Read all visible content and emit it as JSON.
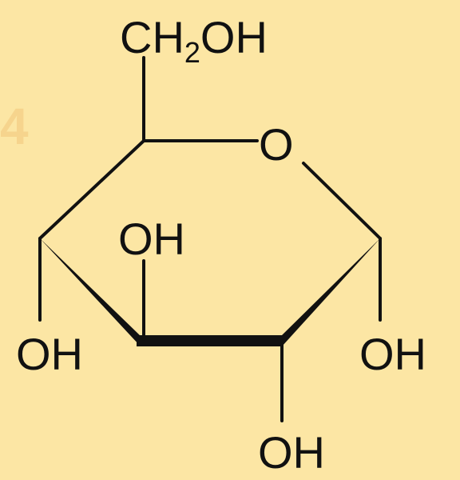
{
  "molecule": {
    "ring_oxygen": "O",
    "side_chain": {
      "prefix": "CH",
      "subscript": "2",
      "suffix": "OH"
    },
    "hydroxyls": {
      "c2_bottom": "OH",
      "c3_top": "OH",
      "c4_left": "OH",
      "c1_right": "OH"
    }
  },
  "background_mark": "4",
  "colors": {
    "background": "#fce6a4",
    "ink": "#111111",
    "faded_mark": "#f6d48d"
  }
}
